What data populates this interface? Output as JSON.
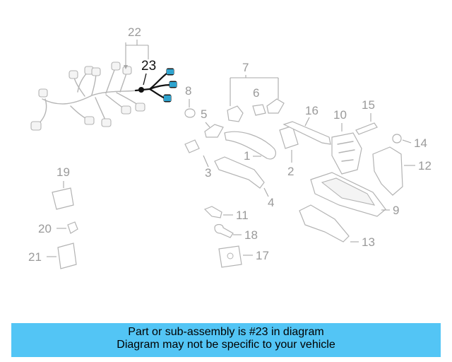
{
  "callouts": {
    "n1": "1",
    "n2": "2",
    "n3": "3",
    "n4": "4",
    "n5": "5",
    "n6": "6",
    "n7": "7",
    "n8": "8",
    "n9": "9",
    "n10": "10",
    "n11": "11",
    "n12": "12",
    "n13": "13",
    "n14": "14",
    "n15": "15",
    "n16": "16",
    "n17": "17",
    "n18": "18",
    "n19": "19",
    "n20": "20",
    "n21": "21",
    "n22": "22",
    "n23": "23"
  },
  "highlighted_part": "23",
  "highlight_color": "#111111",
  "banner": {
    "line1": "Part or sub-assembly is #23 in diagram",
    "line2": "Diagram may not be specific to your vehicle",
    "background": "#53c5f5"
  }
}
